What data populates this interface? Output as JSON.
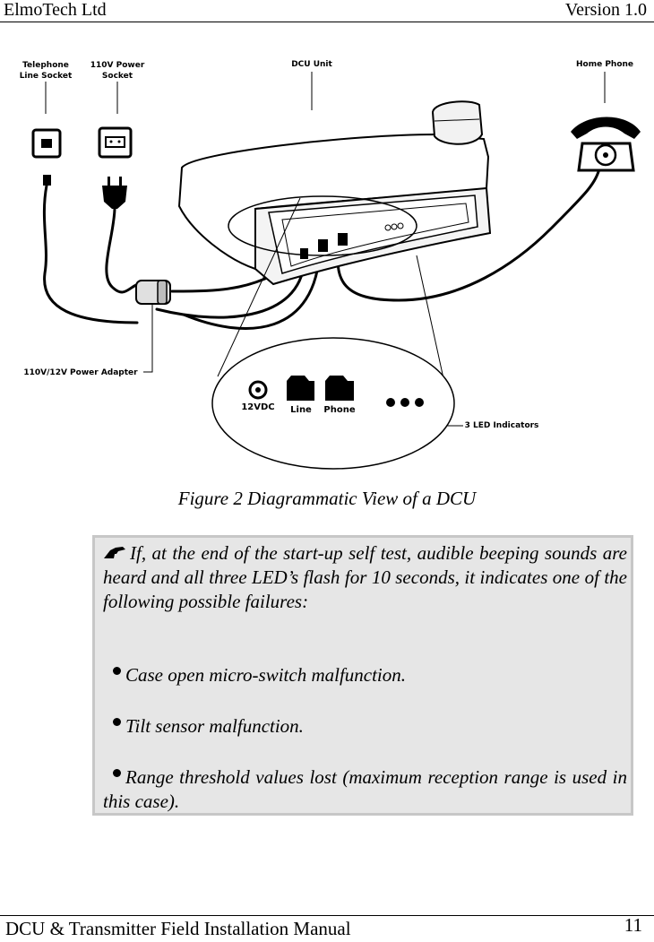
{
  "header": {
    "company": "ElmoTech Ltd",
    "version": "Version 1.0"
  },
  "figure": {
    "labels": {
      "telephone_socket_1": "Telephone",
      "telephone_socket_2": "Line Socket",
      "power_socket_1": "110V Power",
      "power_socket_2": "Socket",
      "dcu_unit": "DCU Unit",
      "home_phone": "Home Phone",
      "power_adapter": "110V/12V Power Adapter",
      "led_indicators": "3 LED Indicators",
      "port_12vdc": "12VDC",
      "port_line": "Line",
      "port_phone": "Phone"
    },
    "caption": "Figure 2 Diagrammatic View of a DCU"
  },
  "note": {
    "intro": "If, at the end of the start-up self test, audible beeping sounds are heard and all three LED’s flash for 10 seconds, it indicates one of the following possible failures:",
    "items": [
      "Case open micro-switch malfunction.",
      "Tilt sensor malfunction.",
      "Range threshold values lost (maximum reception range is used in this case)."
    ]
  },
  "footer": {
    "title": "DCU & Transmitter Field Installation Manual",
    "page": "11"
  }
}
